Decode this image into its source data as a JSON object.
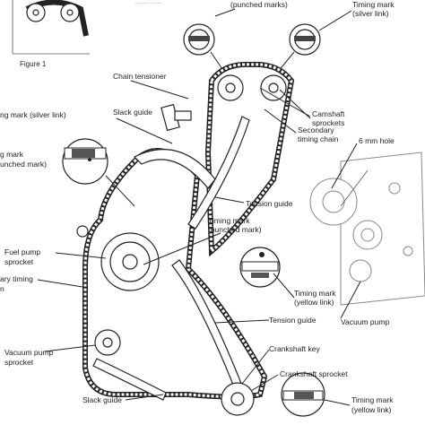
{
  "top_note": "................",
  "figure_label": "Figure 1",
  "labels": {
    "punched_marks_top": "(punched marks)",
    "timing_mark_silver_top_1": "Timing mark",
    "timing_mark_silver_top_2": "(silver link)",
    "chain_tensioner": "Chain tensioner",
    "camshaft_sprockets_1": "Camshaft",
    "camshaft_sprockets_2": "sprockets",
    "timing_mark_silver_left": "ng mark (silver link)",
    "slack_guide_upper": "Slack guide",
    "secondary_chain_1": "Secondary",
    "secondary_chain_2": "timing chain",
    "punched_left_1": "g mark",
    "punched_left_2": "unched mark)",
    "six_mm_hole": "6 mm hole",
    "tension_guide_upper": "Tension guide",
    "timing_mark_punched_1": "Timing mark",
    "timing_mark_punched_2": "(punched mark)",
    "fuel_pump_1": "Fuel pump",
    "fuel_pump_2": "sprocket",
    "primary_chain_1": "ary timing",
    "primary_chain_2": "n",
    "timing_mark_yellow_mid_1": "Timing mark",
    "timing_mark_yellow_mid_2": "(yellow link)",
    "tension_guide_lower": "Tension guide",
    "vacuum_pump_right": "Vacuum pump",
    "crankshaft_key": "Crankshaft key",
    "vacuum_pump_sprocket_1": "Vacuum pump",
    "vacuum_pump_sprocket_2": "sprocket",
    "crankshaft_sprocket": "Crankshaft sprocket",
    "slack_guide_lower": "Slack guide",
    "timing_mark_yellow_bottom_1": "Timing mark",
    "timing_mark_yellow_bottom_2": "(yellow link)"
  }
}
